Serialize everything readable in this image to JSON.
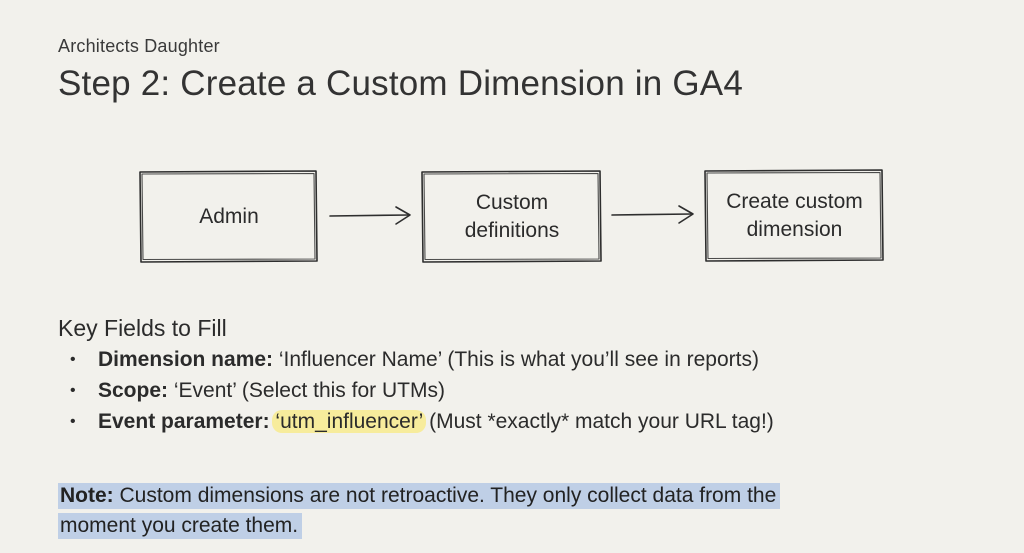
{
  "slide": {
    "font_label": "Architects Daughter",
    "title": "Step 2: Create a Custom Dimension in GA4"
  },
  "flow": {
    "steps": [
      {
        "label": "Admin"
      },
      {
        "label": "Custom\ndefinitions"
      },
      {
        "label": "Create custom\ndimension"
      }
    ]
  },
  "fields": {
    "heading": "Key Fields to Fill",
    "items": [
      {
        "bullet": "•",
        "key": "Dimension name:",
        "value": " ‘Influencer Name’ (This is what you’ll see in reports)"
      },
      {
        "bullet": "•",
        "key": "Scope:",
        "value": " ‘Event’ (Select this for UTMs)"
      },
      {
        "bullet": "•",
        "key": "Event parameter:",
        "highlight": "‘utm_influencer’",
        "value": " (Must *exactly* match your URL tag!)"
      }
    ]
  },
  "note": {
    "label": "Note:",
    "line1": " Custom dimensions are not retroactive. They only collect data from the",
    "line2": "moment you create them."
  },
  "colors": {
    "background": "#f2f1ec",
    "highlight_yellow": "#f7ec9c",
    "highlight_blue": "#bfcfe6",
    "ink": "#2b2b2b"
  }
}
